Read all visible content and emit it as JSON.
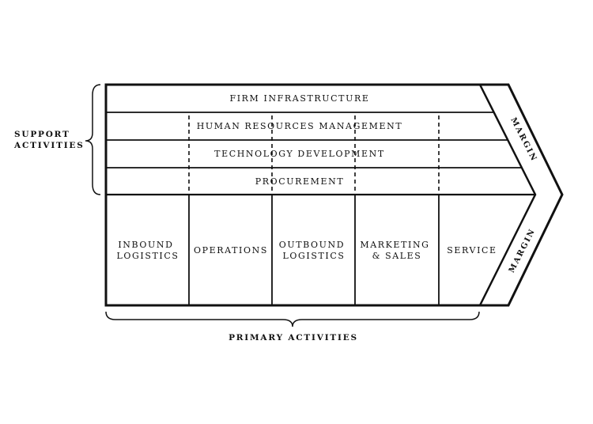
{
  "diagram": {
    "support_label": [
      "SUPPORT",
      "ACTIVITIES"
    ],
    "primary_label": "PRIMARY ACTIVITIES",
    "support_rows": [
      "FIRM INFRASTRUCTURE",
      "HUMAN RESOURCES MANAGEMENT",
      "TECHNOLOGY DEVELOPMENT",
      "PROCUREMENT"
    ],
    "primary_cells": [
      [
        "INBOUND",
        "LOGISTICS"
      ],
      [
        "OPERATIONS"
      ],
      [
        "OUTBOUND",
        "LOGISTICS"
      ],
      [
        "MARKETING",
        "& SALES"
      ],
      [
        "SERVICE"
      ]
    ],
    "margin_label": "MARGIN",
    "colors": {
      "line": "#111111",
      "background": "#ffffff"
    }
  }
}
